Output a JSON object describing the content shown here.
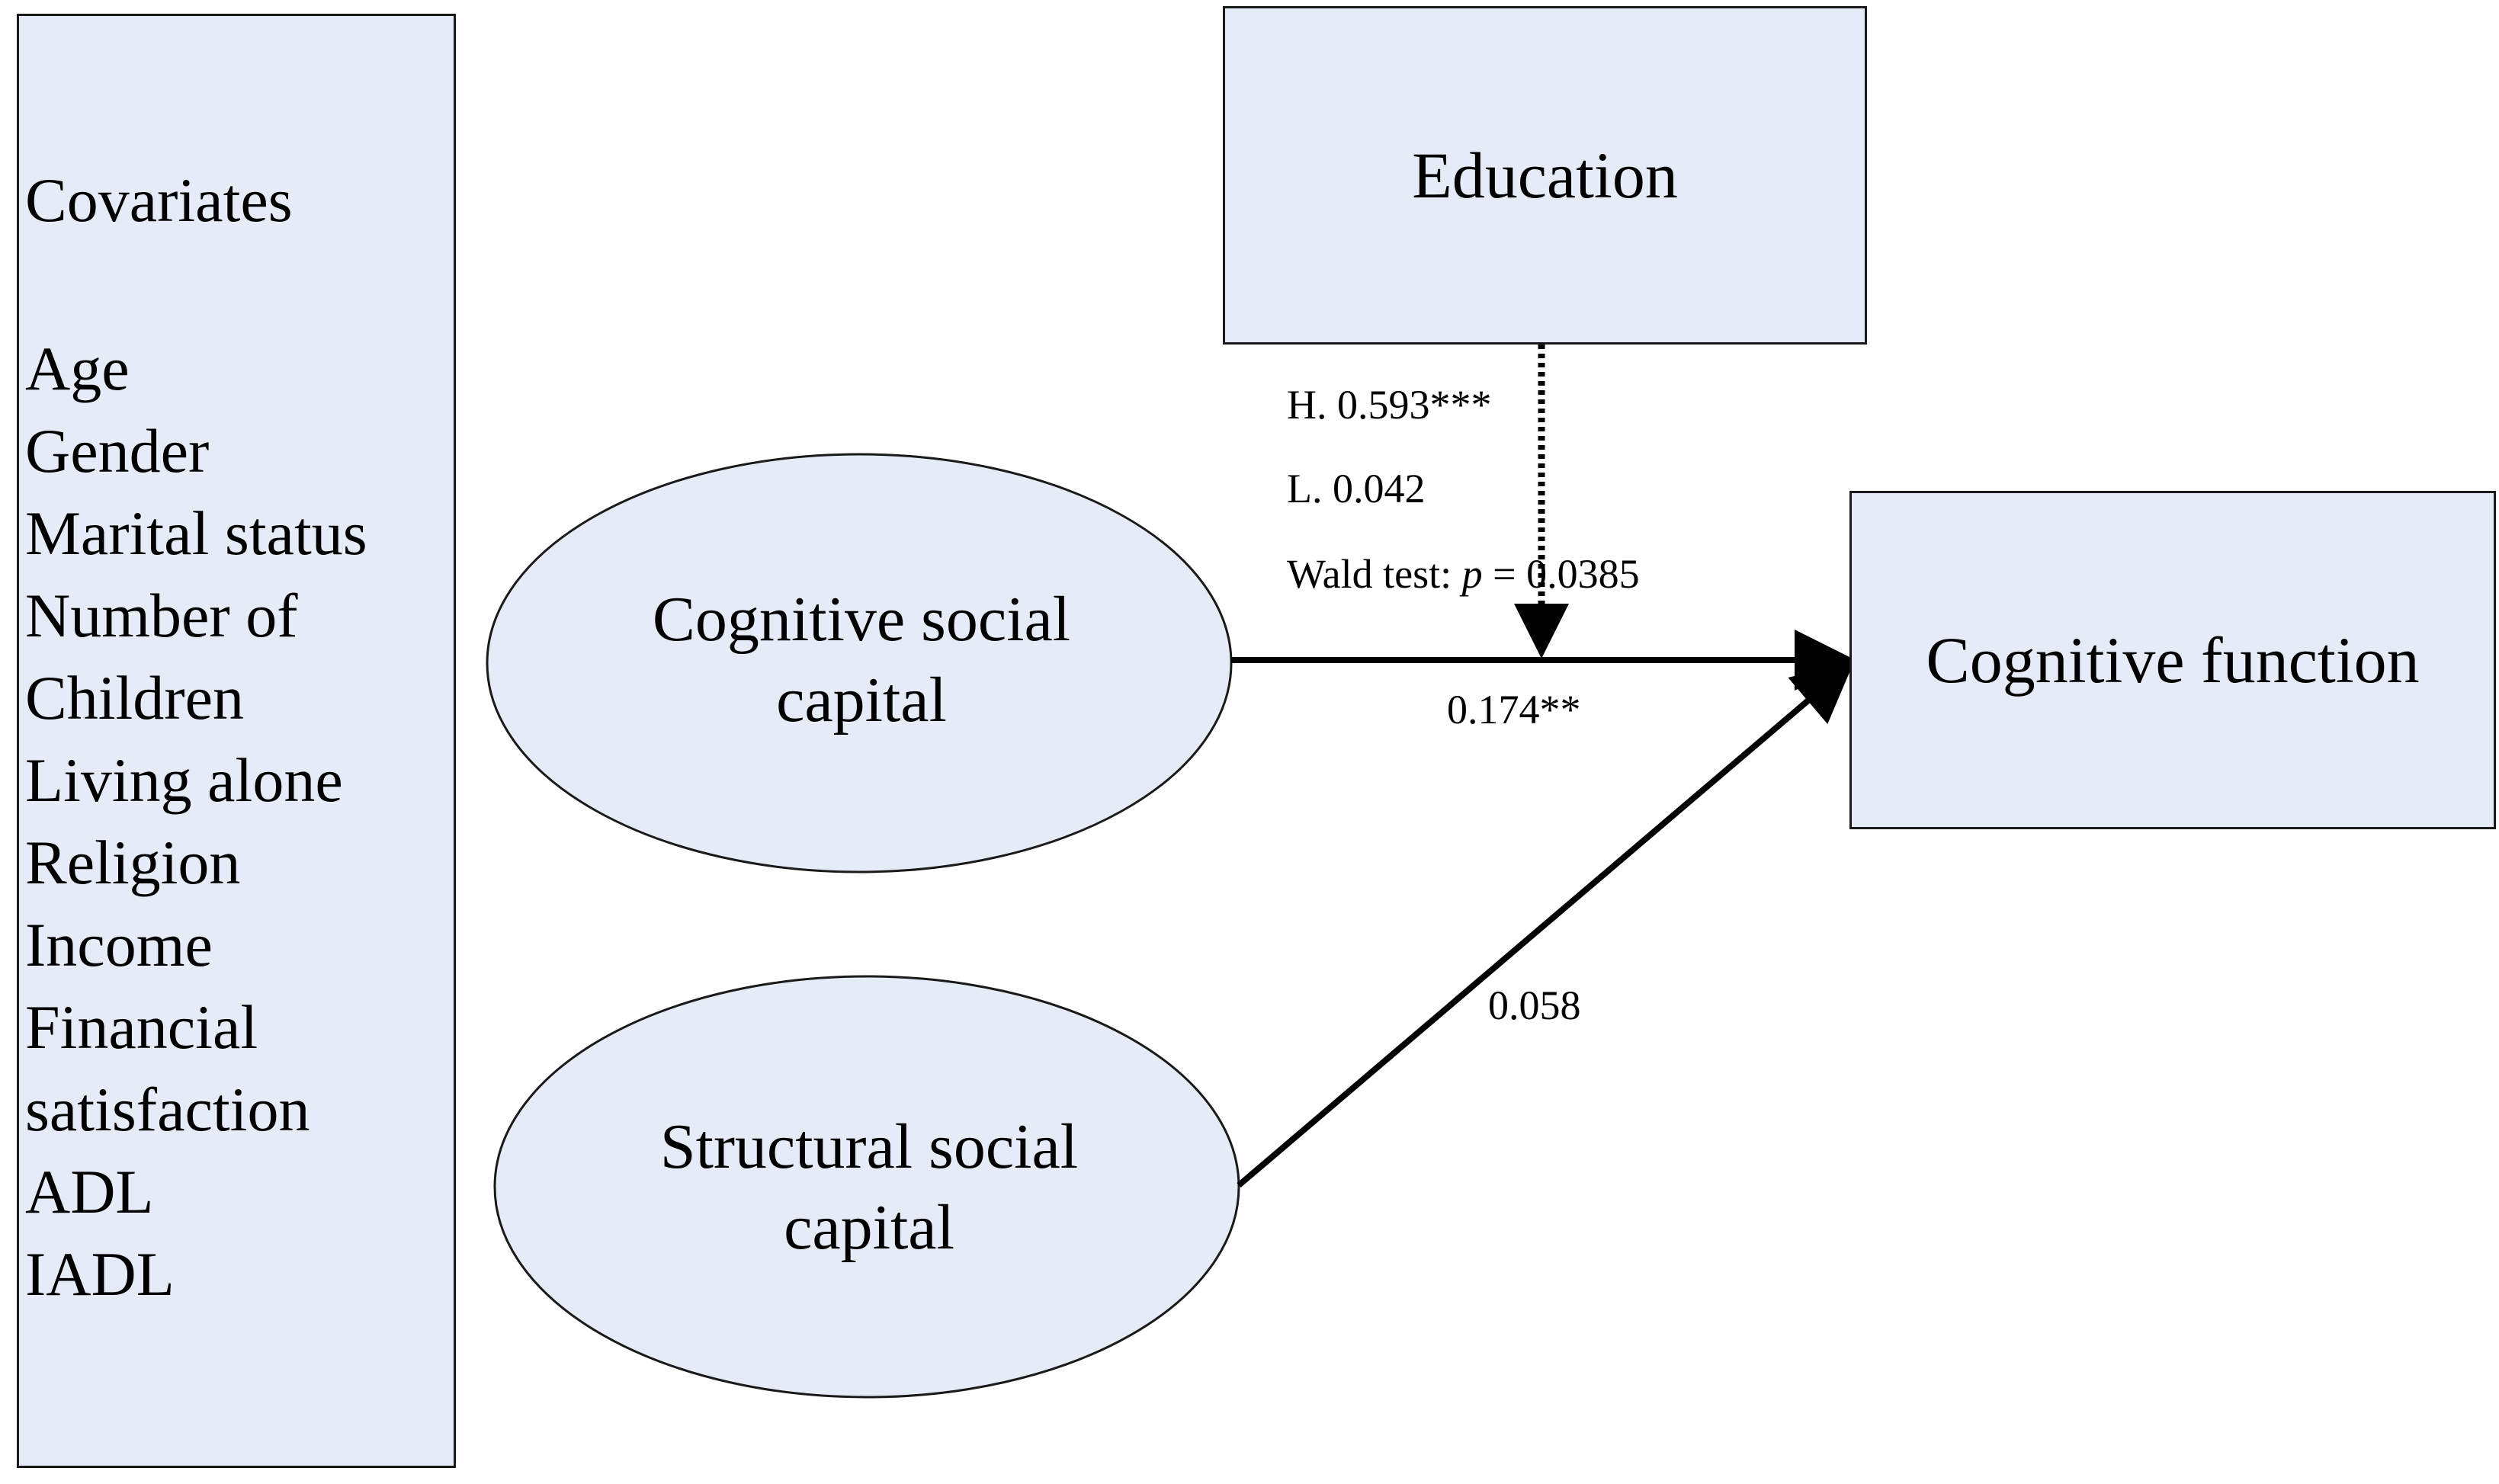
{
  "covariates": {
    "title": "Covariates",
    "items": [
      "Age",
      "Gender",
      "Marital status",
      "Number of",
      "Children",
      "Living alone",
      "Religion",
      "Income",
      "Financial",
      "satisfaction",
      "ADL",
      "IADL"
    ]
  },
  "moderator": {
    "label": "Education",
    "high_label": "H. 0.593***",
    "low_label": "L. 0.042",
    "wald_prefix": "Wald test: ",
    "wald_p": "p",
    "wald_suffix": " = 0.0385"
  },
  "predictors": {
    "cognitive": {
      "line1": "Cognitive social",
      "line2": "capital",
      "coefficient": "0.174**"
    },
    "structural": {
      "line1": "Structural social",
      "line2": "capital",
      "coefficient": "0.058"
    }
  },
  "outcome": {
    "label": "Cognitive function"
  },
  "colors": {
    "node_fill": "#e6ecf7",
    "stroke": "#000000"
  }
}
